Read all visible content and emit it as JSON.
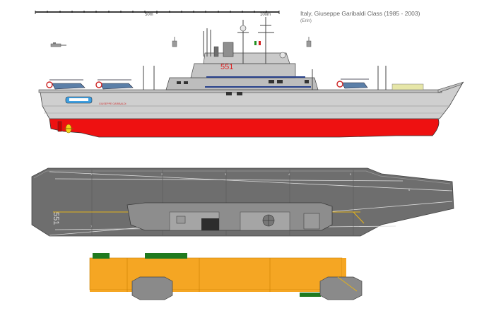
{
  "title": "Italy, Giuseppe Garibaldi Class (1985 - 2003)",
  "author": "(Erin)",
  "scale": {
    "mid_label": "50m",
    "end_label": "100m"
  },
  "hull_number": "551",
  "hull_name": "GIUSEPPE GARIBALDI",
  "colors": {
    "hull_grey": "#c8c8c8",
    "superstructure_grey": "#b4b4b4",
    "waterline_red": "#ee1111",
    "deck_grey": "#6e6e6e",
    "armor_orange": "#f5a623",
    "armor_green": "#1f7a1f",
    "rescue_blue": "#3f9fe0"
  },
  "views": [
    "side-profile",
    "flight-deck-plan",
    "armor-scheme"
  ]
}
